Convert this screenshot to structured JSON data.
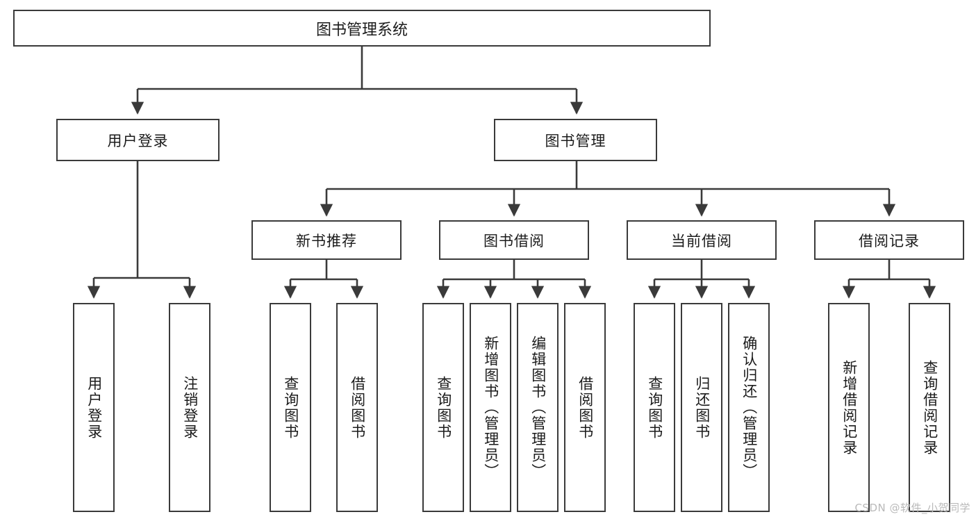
{
  "diagram": {
    "type": "tree",
    "title": "图书管理系统",
    "watermark": "CSDN @软件_小贺同学",
    "colors": {
      "stroke": "#3a3a3a",
      "fill": "#ffffff",
      "text": "#1b1b1b",
      "watermark": "#b9b9b9"
    },
    "root": {
      "label": "图书管理系统"
    },
    "level2": [
      {
        "label": "用户登录"
      },
      {
        "label": "图书管理"
      }
    ],
    "level3": [
      {
        "label": "新书推荐"
      },
      {
        "label": "图书借阅"
      },
      {
        "label": "当前借阅"
      },
      {
        "label": "借阅记录"
      }
    ],
    "leaves": {
      "user_login": [
        {
          "label": "用户登录"
        },
        {
          "label": "注销登录"
        }
      ],
      "new_book": [
        {
          "label": "查询图书"
        },
        {
          "label": "借阅图书"
        }
      ],
      "book_borrow": [
        {
          "label": "查询图书"
        },
        {
          "label": "新增图书（管理员）"
        },
        {
          "label": "编辑图书（管理员）"
        },
        {
          "label": "借阅图书"
        }
      ],
      "current_borrow": [
        {
          "label": "查询图书"
        },
        {
          "label": "归还图书"
        },
        {
          "label": "确认归还（管理员）"
        }
      ],
      "borrow_record": [
        {
          "label": "新增借阅记录"
        },
        {
          "label": "查询借阅记录"
        }
      ]
    }
  }
}
